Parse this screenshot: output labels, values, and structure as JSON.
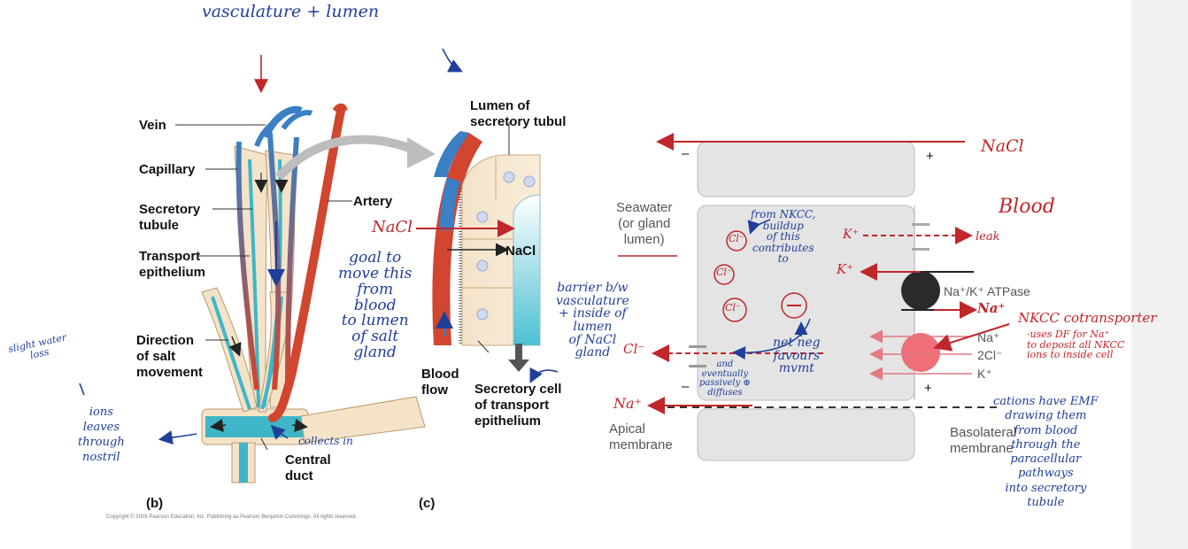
{
  "figure_b": {
    "labels": {
      "vein": "Vein",
      "capillary": "Capillary",
      "artery": "Artery",
      "secretory_tubule": "Secretory\ntubule",
      "transport_epithelium": "Transport\nepithelium",
      "direction_salt": "Direction\nof salt\nmovement",
      "central_duct": "Central\nduct",
      "panel": "(b)"
    },
    "copyright": "Copyright © 2005 Pearson Education, Inc. Publishing as Pearson Benjamin Cummings. All rights reserved."
  },
  "figure_c": {
    "labels": {
      "lumen": "Lumen of\nsecretory tubul",
      "nacl": "NaCl",
      "blood_flow": "Blood\nflow",
      "secretory_cell": "Secretory cell\nof transport\nepithelium",
      "panel": "(c)"
    }
  },
  "figure_right": {
    "labels": {
      "seawater": "Seawater\n(or gland\nlumen)",
      "atpase": "Na⁺/K⁺ ATPase",
      "na": "Na⁺",
      "two_cl": "2Cl⁻",
      "k": "K⁺",
      "apical": "Apical\nmembrane",
      "basolateral": "Basolateral\nmembrane",
      "minus_top": "–",
      "plus_top": "+",
      "minus_bottom": "–",
      "plus_bottom": "+"
    }
  },
  "annotations": {
    "vasculature_lumen": "vasculature  +  lumen",
    "nacl_top": "NaCl",
    "blood": "Blood",
    "nacl_left": "NaCl",
    "goal": "goal to\nmove this\nfrom\nblood\nto lumen\nof salt\ngland",
    "barrier": "barrier b/w\nvasculature\n+ inside of\nlumen\nof NaCl\ngland",
    "cl_red": "Cl⁻",
    "na_red": "Na⁺",
    "k_leak": "K⁺",
    "leak": "leak",
    "k_pump": "K⁺",
    "na_pump": "Na⁺",
    "from_nkcc": "from NKCC,\nbuildup\nof this\ncontributes\nto",
    "cl_circle": "Cl⁻",
    "net_neg": "net neg\nfavours\nmvmt",
    "and_eventually": "and\neventually\npassively ⊕\ndiffuses",
    "nkcc": "NKCC cotransporter",
    "nkcc_detail": "·uses DF for Na⁺\nto deposit all NKCC\nions to inside cell",
    "cations": "cations have EMF\ndrawing them\nfrom blood\nthrough the\nparacellular\npathways\ninto secretory\ntubule",
    "slight_water": "slight water\nloss",
    "ions_leave": "ions\nleaves\nthrough\nnostril",
    "collects": "collects in"
  },
  "colors": {
    "artery_red": "#d2452f",
    "vein_blue": "#3b7fc4",
    "lumen_teal": "#3fb6c8",
    "pen_blue": "#1f3f9a",
    "pen_red": "#c0262a",
    "cell_gray": "#e4e4e4"
  }
}
